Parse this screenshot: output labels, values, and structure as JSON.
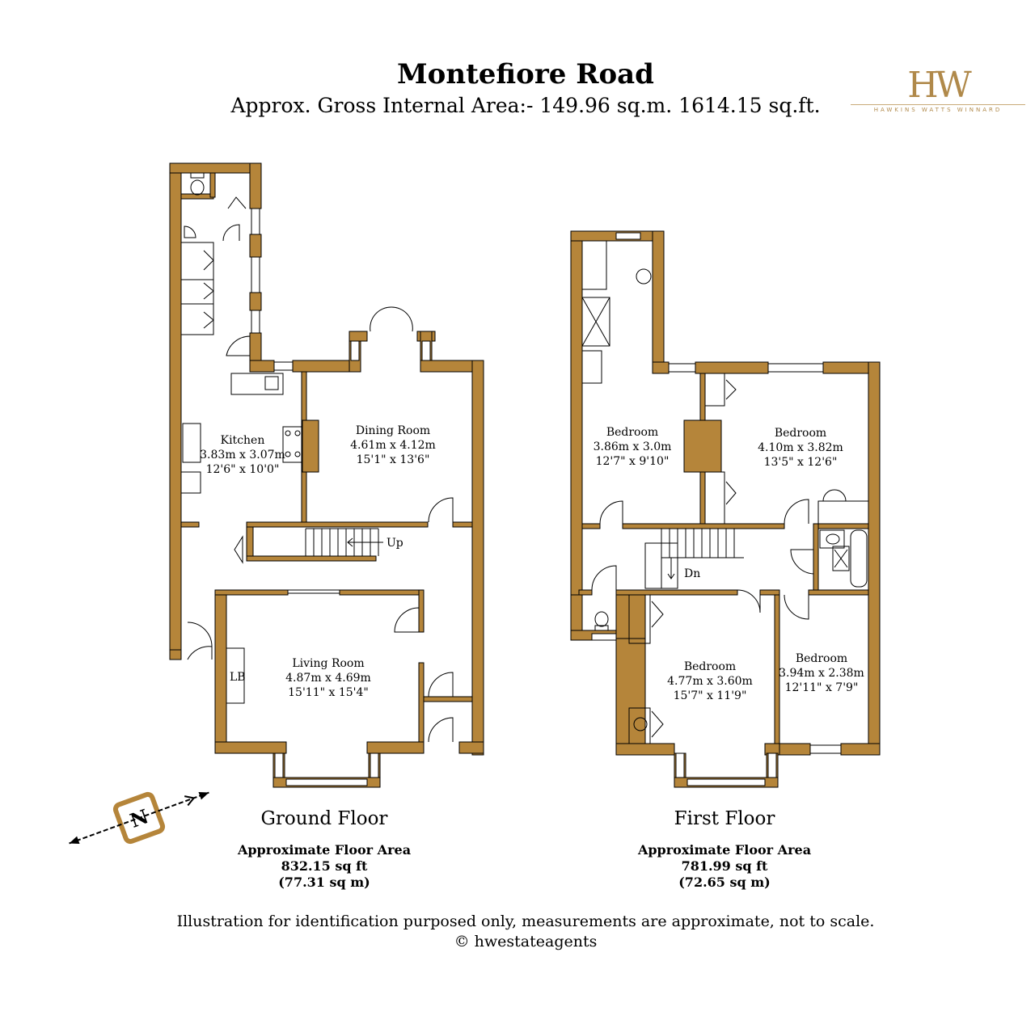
{
  "header": {
    "title": "Montefiore Road",
    "subtitle": "Approx. Gross Internal Area:- 149.96 sq.m. 1614.15 sq.ft."
  },
  "logo": {
    "mark": "HW",
    "text": "HAWKINS WATTS WINNARD",
    "color": "#b0894a"
  },
  "colors": {
    "wall": "#b5853a",
    "wall_stroke": "#000000"
  },
  "ground_floor": {
    "title": "Ground Floor",
    "area_label": "Approximate Floor Area",
    "area_sqft": "832.15 sq ft",
    "area_sqm": "(77.31 sq m)",
    "rooms": {
      "kitchen": {
        "name": "Kitchen",
        "metric": "3.83m x 3.07m",
        "imperial": "12'6\" x 10'0\""
      },
      "dining": {
        "name": "Dining Room",
        "metric": "4.61m x 4.12m",
        "imperial": "15'1\" x 13'6\""
      },
      "living": {
        "name": "Living Room",
        "metric": "4.87m x 4.69m",
        "imperial": "15'11\" x 15'4\""
      }
    },
    "stairs_label": "Up",
    "lb_label": "LB"
  },
  "first_floor": {
    "title": "First Floor",
    "area_label": "Approximate Floor Area",
    "area_sqft": "781.99 sq ft",
    "area_sqm": "(72.65 sq m)",
    "rooms": {
      "bed1": {
        "name": "Bedroom",
        "metric": "3.86m x 3.0m",
        "imperial": "12'7\" x 9'10\""
      },
      "bed2": {
        "name": "Bedroom",
        "metric": "4.10m x 3.82m",
        "imperial": "13'5\" x 12'6\""
      },
      "bed3": {
        "name": "Bedroom",
        "metric": "4.77m x 3.60m",
        "imperial": "15'7\" x 11'9\""
      },
      "bed4": {
        "name": "Bedroom",
        "metric": "3.94m x 2.38m",
        "imperial": "12'11\" x 7'9\""
      }
    },
    "stairs_label": "Dn"
  },
  "compass": {
    "label": "N"
  },
  "footer": {
    "disclaimer": "Illustration for identification purposed only, measurements are approximate, not to scale.",
    "copyright": "© hwestateagents"
  }
}
